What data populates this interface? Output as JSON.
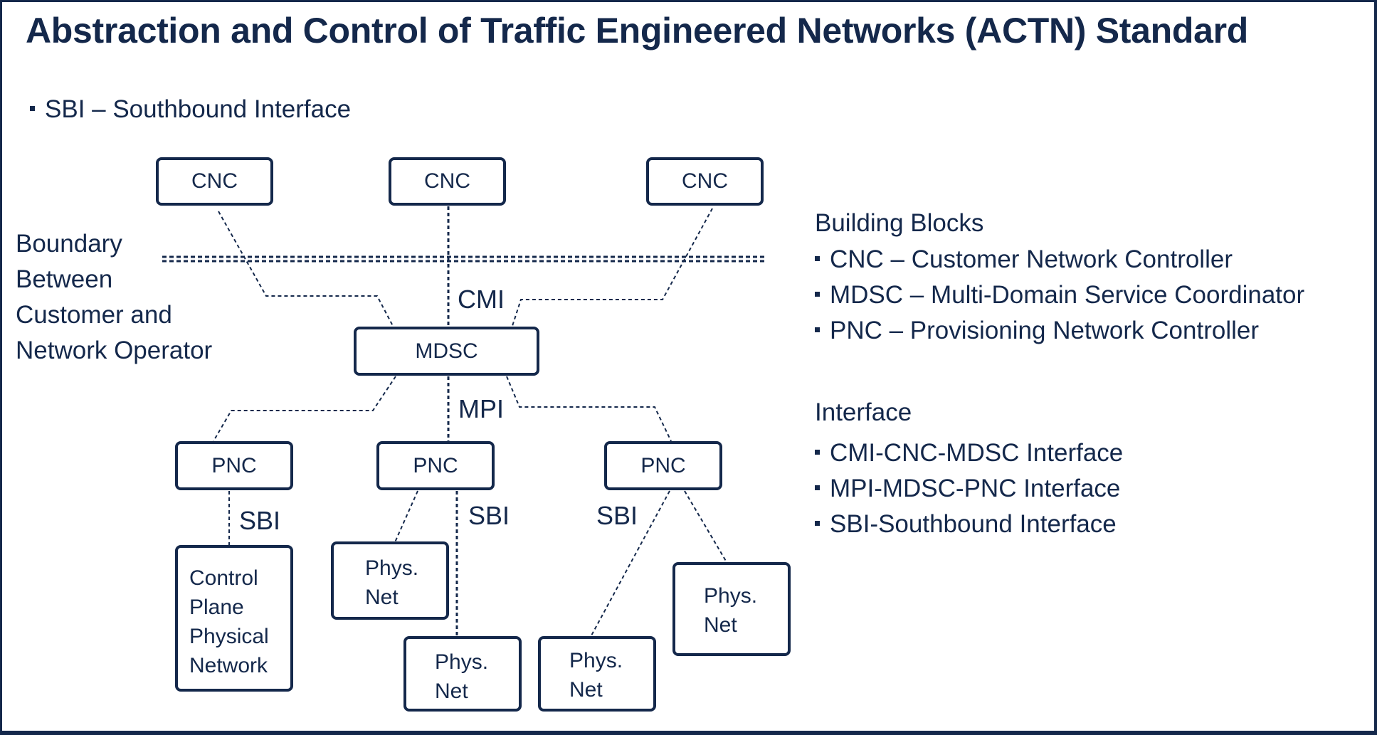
{
  "title": "Abstraction and Control of Traffic Engineered Networks (ACTN) Standard",
  "subnote": "SBI – Southbound Interface",
  "boundary_label": [
    "Boundary",
    "Between",
    "Customer and",
    "Network Operator"
  ],
  "diagram": {
    "cnc_boxes": [
      "CNC",
      "CNC",
      "CNC"
    ],
    "mdsc_box": "MDSC",
    "pnc_boxes": [
      "PNC",
      "PNC",
      "PNC"
    ],
    "control_plane_box": [
      "Control",
      "Plane",
      "Physical",
      "Network"
    ],
    "phys_net_boxes": [
      [
        "Phys.",
        "Net"
      ],
      [
        "Phys.",
        "Net"
      ],
      [
        "Phys.",
        "Net"
      ],
      [
        "Phys.",
        "Net"
      ]
    ],
    "interface_labels": {
      "cmi": "CMI",
      "mpi": "MPI",
      "sbi_1": "SBI",
      "sbi_2": "SBI",
      "sbi_3": "SBI"
    }
  },
  "building_blocks": {
    "heading": "Building Blocks",
    "items": [
      "CNC – Customer Network Controller",
      "MDSC – Multi-Domain Service Coordinator",
      "PNC – Provisioning Network Controller"
    ]
  },
  "interfaces": {
    "heading": "Interface",
    "items": [
      "CMI-CNC-MDSC Interface",
      "MPI-MDSC-PNC Interface",
      "SBI-Southbound Interface"
    ]
  },
  "colors": {
    "primary": "#14284B",
    "background": "#FFFFFF"
  }
}
